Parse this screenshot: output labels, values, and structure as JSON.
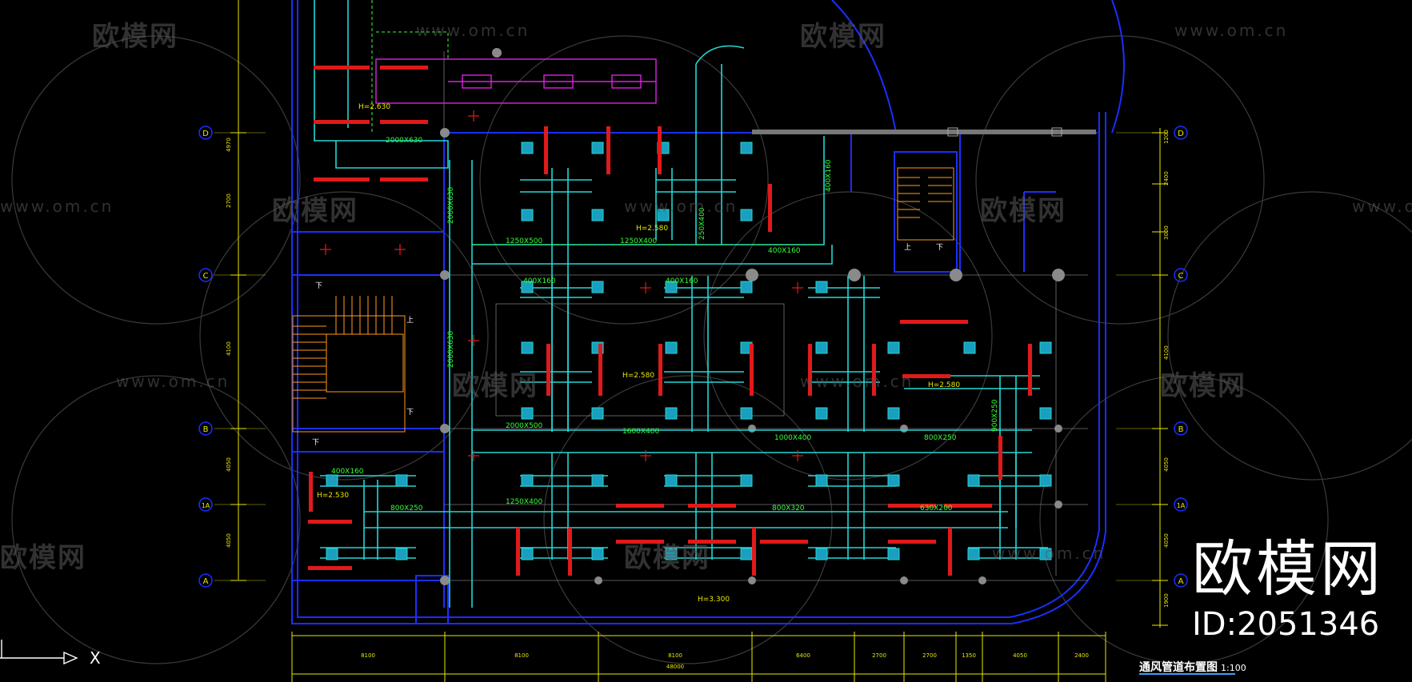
{
  "drawing": {
    "title": "通风管道布置图",
    "scale": "1:100",
    "axis_label": "X",
    "grid_rows": [
      "D",
      "C",
      "B",
      "1A",
      "A"
    ],
    "left_dims": [
      "4970",
      "2700",
      "4100",
      "4050",
      "4050"
    ],
    "right_dims": [
      "1200",
      "2400",
      "3000",
      "4100",
      "4050",
      "4050",
      "1900"
    ],
    "bottom_dims": [
      "8100",
      "8100",
      "8100",
      "6400",
      "2700",
      "2700",
      "1350",
      "4050",
      "2400"
    ],
    "bottom_total": "48000",
    "duct_labels": [
      "2000X630",
      "2000X630",
      "2000X630",
      "1250X500",
      "1250X400",
      "400X160",
      "400X160",
      "400X160",
      "2000X500",
      "1600X400",
      "1000X400",
      "800X250",
      "800X250",
      "1250X400",
      "800X320",
      "630X200",
      "900X250",
      "400X160",
      "250X400",
      "400X160"
    ],
    "elev_labels": [
      "H=2.630",
      "H=2.580",
      "H=2.580",
      "H=2.530",
      "H=2.580",
      "H=3.300"
    ],
    "note_labels": [
      "下",
      "上",
      "下",
      "上",
      "下",
      "下"
    ]
  },
  "watermark": {
    "logo": "欧模网",
    "url": "www.om.cn"
  },
  "brand": {
    "name": "欧模网",
    "id": "ID:2051346"
  },
  "colors": {
    "background": "#000000",
    "frame_blue": "#1a2fff",
    "duct_cyan": "#25d6d6",
    "label_green": "#35ff35",
    "diffuser_red": "#e01a1a",
    "stair_orange": "#ff9a1a",
    "grid_yellow": "#e8e800",
    "exhaust_magenta": "#e020e0"
  }
}
